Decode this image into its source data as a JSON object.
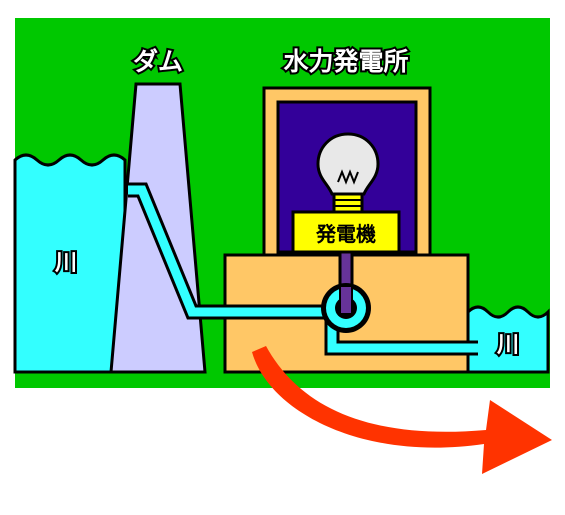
{
  "labels": {
    "dam": "ダム",
    "power_plant": "水力発電所",
    "generator": "発電機",
    "river_left": "川",
    "river_right": "川"
  },
  "colors": {
    "background": "#00c800",
    "water": "#33ffff",
    "dam": "#ccccff",
    "plant_building": "#ffc766",
    "plant_room": "#330099",
    "generator": "#ffff00",
    "shaft": "#663399",
    "arrow": "#ff3300",
    "bulb": "#e8e8e8"
  },
  "icons": [
    "light-bulb-icon",
    "turbine-icon",
    "arrow-icon"
  ]
}
